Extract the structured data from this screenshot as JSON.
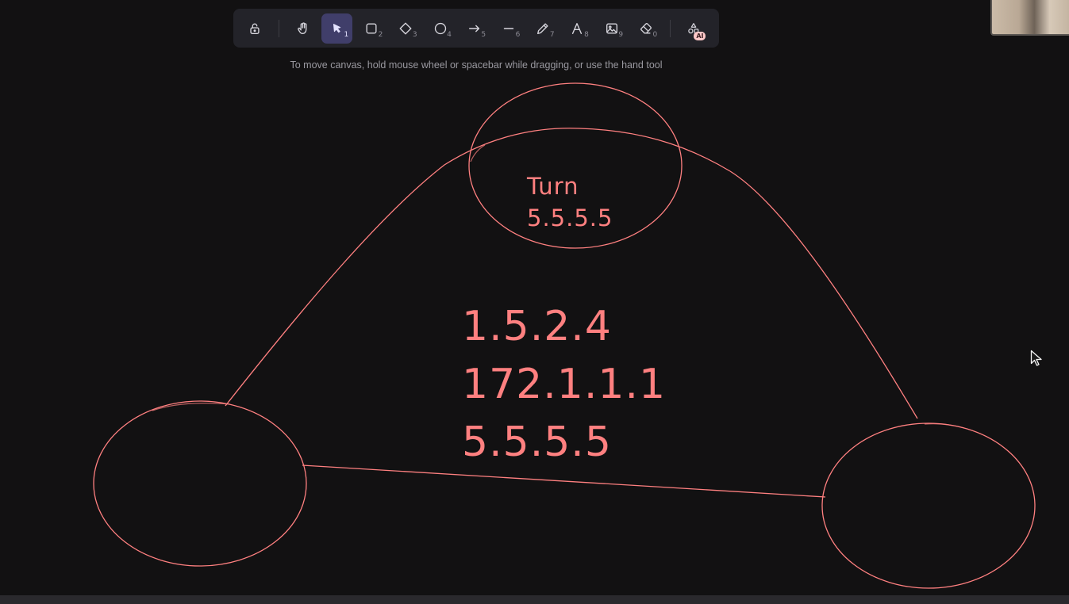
{
  "toolbar": {
    "tools": [
      {
        "name": "lock",
        "icon": "lock-icon",
        "key": ""
      },
      {
        "name": "hand",
        "icon": "hand-icon",
        "key": ""
      },
      {
        "name": "selection",
        "icon": "pointer-icon",
        "key": "1",
        "active": true
      },
      {
        "name": "rectangle",
        "icon": "rectangle-icon",
        "key": "2"
      },
      {
        "name": "diamond",
        "icon": "diamond-icon",
        "key": "3"
      },
      {
        "name": "ellipse",
        "icon": "ellipse-icon",
        "key": "4"
      },
      {
        "name": "arrow",
        "icon": "arrow-icon",
        "key": "5"
      },
      {
        "name": "line",
        "icon": "line-icon",
        "key": "6"
      },
      {
        "name": "draw",
        "icon": "pencil-icon",
        "key": "7"
      },
      {
        "name": "text",
        "icon": "text-icon",
        "key": "8"
      },
      {
        "name": "image",
        "icon": "image-icon",
        "key": "9"
      },
      {
        "name": "eraser",
        "icon": "eraser-icon",
        "key": "0"
      },
      {
        "name": "more-tools",
        "icon": "shapes-icon",
        "badge": "AI"
      }
    ]
  },
  "hint": "To move canvas, hold mouse wheel or spacebar while dragging, or use the hand tool",
  "canvas": {
    "stroke_color": "#ff8080",
    "top_node": {
      "line1": "Turn",
      "line2": "5.5.5.5"
    },
    "center_labels": [
      "1.5.2.4",
      "172.1.1.1",
      "5.5.5.5"
    ]
  }
}
